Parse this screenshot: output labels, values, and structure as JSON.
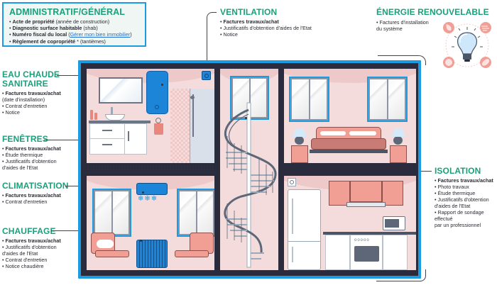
{
  "admin": {
    "title": "ADMINISTRATIF/GÉNÉRAL",
    "items": [
      {
        "bold": "Acte de propriété",
        "rest": " (année de construction)"
      },
      {
        "bold": "Diagnostic surface habitable",
        "rest": " (shab)"
      },
      {
        "bold": "Numéro fiscal du local",
        "rest_before": " (",
        "link": "Gérer mon bien immobilier",
        "rest_after": ")"
      },
      {
        "bold": "Règlement de copropriété",
        "rest": " * (tantièmes)"
      }
    ]
  },
  "ventilation": {
    "title": "VENTILATION",
    "items": [
      "Factures travaux/achat",
      "Justificatifs d'obtention d'aides de l'Etat",
      "Notice"
    ]
  },
  "energie": {
    "title": "ÉNERGIE RENOUVELABLE",
    "line1": "Factures d'installation",
    "line2": "du système",
    "icons": [
      "water-drop-icon",
      "wind-icon",
      "sun-icon",
      "leaf-icon",
      "lightbulb-icon"
    ]
  },
  "eau_chaude": {
    "title_line1": "EAU CHAUDE",
    "title_line2": "SANITAIRE",
    "item_bold": "Factures travaux/achat",
    "item_cont": "(date d'installation)",
    "items": [
      "Contrat d'entretien",
      "Notice"
    ]
  },
  "fenetres": {
    "title": "FENÊTRES",
    "item_bold": "Factures travaux/achat",
    "item2": "Étude thermique",
    "item3": "Justificatifs d'obtention",
    "item3_cont": "d'aides de l'Etat"
  },
  "climatisation": {
    "title": "CLIMATISATION",
    "item_bold": "Factures travaux/achat",
    "item2": "Contrat d'entretien"
  },
  "chauffage": {
    "title": "CHAUFFAGE",
    "item_bold": "Factures travaux/achat",
    "item2": "Justificatifs d'obtention",
    "item2_cont": "d'aides de l'Etat",
    "item3": "Contrat d'entretien",
    "item4": "Notice chaudière"
  },
  "isolation": {
    "title": "ISOLATION",
    "item_bold": "Factures travaux/achat",
    "item2": "Photo travaux",
    "item3": "Étude thermique",
    "item4": "Justificatifs d'obtention",
    "item4_cont": "d'aides de l'Etat",
    "item5": "Rapport de sondage",
    "item5_cont": "effectué",
    "item5_cont2": "par un professionnel"
  },
  "colors": {
    "accent_green": "#1aa07a",
    "frame_blue": "#1d9be0",
    "wall_dark": "#2a2b3d",
    "room_pink": "#f5dcdc",
    "salmon": "#f19e95"
  }
}
